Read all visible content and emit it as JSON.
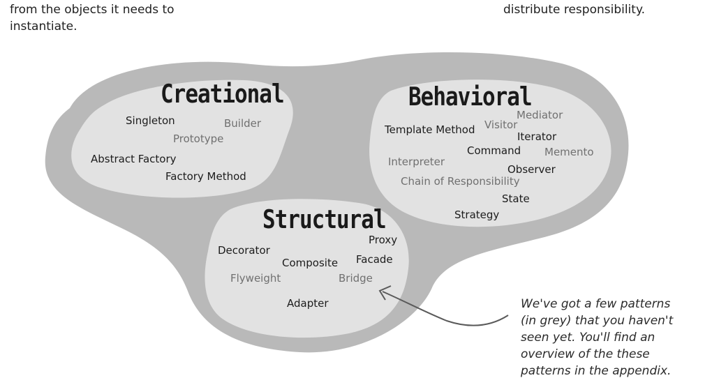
{
  "top_text": {
    "left_line_1": "from the objects it needs to",
    "left_line_2": "instantiate.",
    "right_line_1": "distribute responsibility."
  },
  "groups": {
    "creational": {
      "title": "Creational",
      "patterns": [
        {
          "label": "Singleton",
          "status": "known"
        },
        {
          "label": "Builder",
          "status": "new"
        },
        {
          "label": "Prototype",
          "status": "new"
        },
        {
          "label": "Abstract Factory",
          "status": "known"
        },
        {
          "label": "Factory Method",
          "status": "known"
        }
      ]
    },
    "behavioral": {
      "title": "Behavioral",
      "patterns": [
        {
          "label": "Mediator",
          "status": "new"
        },
        {
          "label": "Visitor",
          "status": "new"
        },
        {
          "label": "Template Method",
          "status": "known"
        },
        {
          "label": "Iterator",
          "status": "known"
        },
        {
          "label": "Command",
          "status": "known"
        },
        {
          "label": "Memento",
          "status": "new"
        },
        {
          "label": "Interpreter",
          "status": "new"
        },
        {
          "label": "Observer",
          "status": "known"
        },
        {
          "label": "Chain of Responsibility",
          "status": "new"
        },
        {
          "label": "State",
          "status": "known"
        },
        {
          "label": "Strategy",
          "status": "known"
        }
      ]
    },
    "structural": {
      "title": "Structural",
      "patterns": [
        {
          "label": "Proxy",
          "status": "known"
        },
        {
          "label": "Decorator",
          "status": "known"
        },
        {
          "label": "Facade",
          "status": "known"
        },
        {
          "label": "Composite",
          "status": "known"
        },
        {
          "label": "Flyweight",
          "status": "new"
        },
        {
          "label": "Bridge",
          "status": "new"
        },
        {
          "label": "Adapter",
          "status": "known"
        }
      ]
    }
  },
  "note": {
    "line_1": "We've got a few patterns",
    "line_2": "(in grey) that you haven't",
    "line_3": "seen yet. You'll find an",
    "line_4": "overview of the these",
    "line_5": "patterns in the appendix."
  },
  "colors": {
    "outer_blob": "#b9b9b9",
    "inner_blob": "#e2e2e2",
    "known_text": "#1c1c1c",
    "new_text": "#707070"
  }
}
